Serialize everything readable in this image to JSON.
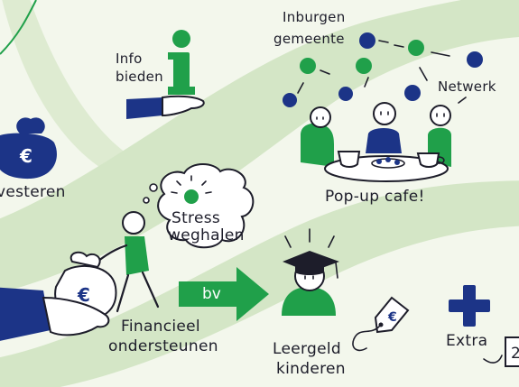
{
  "labels": {
    "info_line1": "Info",
    "info_line2": "bieden",
    "inburgen_line1": "Inburgen",
    "inburgen_line2": "gemeente",
    "netwerk": "Netwerk",
    "popup_cafe": "Pop-up cafe!",
    "investeren": "vesteren",
    "stress_line1": "Stress",
    "stress_line2": "weghalen",
    "bv": "bv",
    "financieel_line1": "Financieel",
    "financieel_line2": "ondersteunen",
    "leergeld_line1": "Leergeld",
    "leergeld_line2": "kinderen",
    "extra": "Extra",
    "partial_box": "2",
    "euro_symbol": "€"
  },
  "colors": {
    "background": "#f3f7ec",
    "road": "#d4e6c6",
    "green": "#20a04a",
    "navy": "#1c3487",
    "ink": "#1d1d2a"
  },
  "icons": [
    "info-icon",
    "money-bag-icon",
    "price-tag-icon",
    "graduation-cap-icon",
    "plus-icon",
    "arrow-icon"
  ]
}
